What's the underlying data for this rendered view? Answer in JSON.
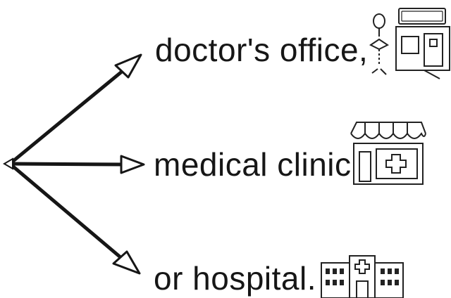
{
  "diagram": {
    "options": [
      {
        "label": "doctor's office,",
        "icon": "doctor-office-icon"
      },
      {
        "label": "medical clinic",
        "icon": "medical-clinic-icon"
      },
      {
        "label": "or hospital.",
        "icon": "hospital-icon"
      }
    ],
    "colors": {
      "ink": "#161616",
      "background": "#ffffff"
    }
  }
}
